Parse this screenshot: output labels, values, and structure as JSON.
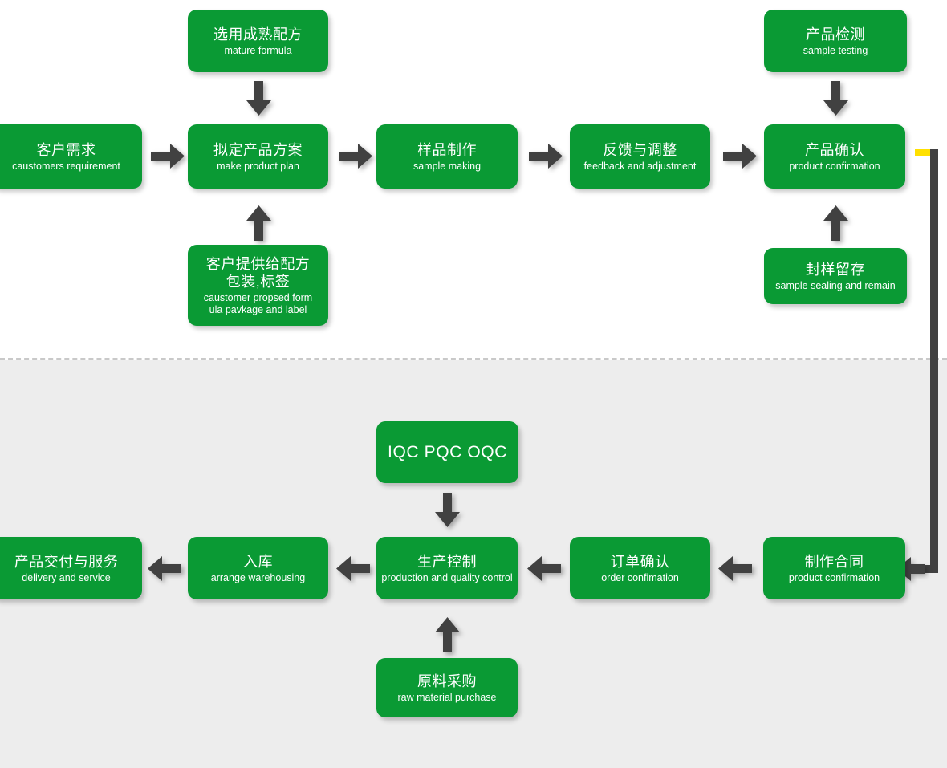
{
  "diagram": {
    "title": "Product development and production process flowchart",
    "colors": {
      "box_green": "#0a9a34",
      "arrow_gray": "#414141",
      "connector_yellow": "#ffe000",
      "band_top": "#ffffff",
      "band_bottom": "#ededed",
      "divider": "#c9c9c9",
      "text": "#ffffff"
    }
  },
  "top_section": {
    "nodes": {
      "mature_formula": {
        "cn": "选用成熟配方",
        "en": "mature formula"
      },
      "customer_requirement": {
        "cn": "客户需求",
        "en": "caustomers requirement"
      },
      "make_product_plan": {
        "cn": "拟定产品方案",
        "en": "make product plan"
      },
      "sample_making": {
        "cn": "样品制作",
        "en": "sample making"
      },
      "feedback_adjustment": {
        "cn": "反馈与调整",
        "en": "feedback and adjustment"
      },
      "product_confirmation": {
        "cn": "产品确认",
        "en": "product confirmation"
      },
      "sample_testing": {
        "cn": "产品检测",
        "en": "sample testing"
      },
      "sample_sealing": {
        "cn": "封样留存",
        "en": "sample sealing and remain"
      },
      "customer_proposed": {
        "cn": "客户提供给配方\n包装,标签",
        "en": "caustomer propsed form\nula pavkage and label"
      }
    }
  },
  "bottom_section": {
    "nodes": {
      "qc_stages": {
        "cn": "IQC PQC OQC",
        "en": ""
      },
      "make_contract": {
        "cn": "制作合同",
        "en": "product confirmation"
      },
      "order_confirmation": {
        "cn": "订单确认",
        "en": "order confimation"
      },
      "production_control": {
        "cn": "生产控制",
        "en": "production and quality control"
      },
      "warehousing": {
        "cn": "入库",
        "en": "arrange warehousing"
      },
      "delivery_service": {
        "cn": "产品交付与服务",
        "en": "delivery and service"
      },
      "raw_material": {
        "cn": "原料采购",
        "en": "raw material purchase"
      }
    }
  },
  "connectors": {
    "arrows": [
      "mature-formula-down-to-plan",
      "requirement-right-to-plan",
      "plan-right-to-sample",
      "sample-right-to-feedback",
      "feedback-right-to-confirmation",
      "customer-proposed-up-to-plan",
      "testing-down-to-confirmation",
      "sealing-up-to-confirmation",
      "qc-down-to-production",
      "raw-material-up-to-production",
      "contract-left-to-order",
      "order-left-to-production",
      "production-left-to-warehousing",
      "warehousing-left-to-delivery",
      "confirmation-loop-to-contract"
    ]
  }
}
